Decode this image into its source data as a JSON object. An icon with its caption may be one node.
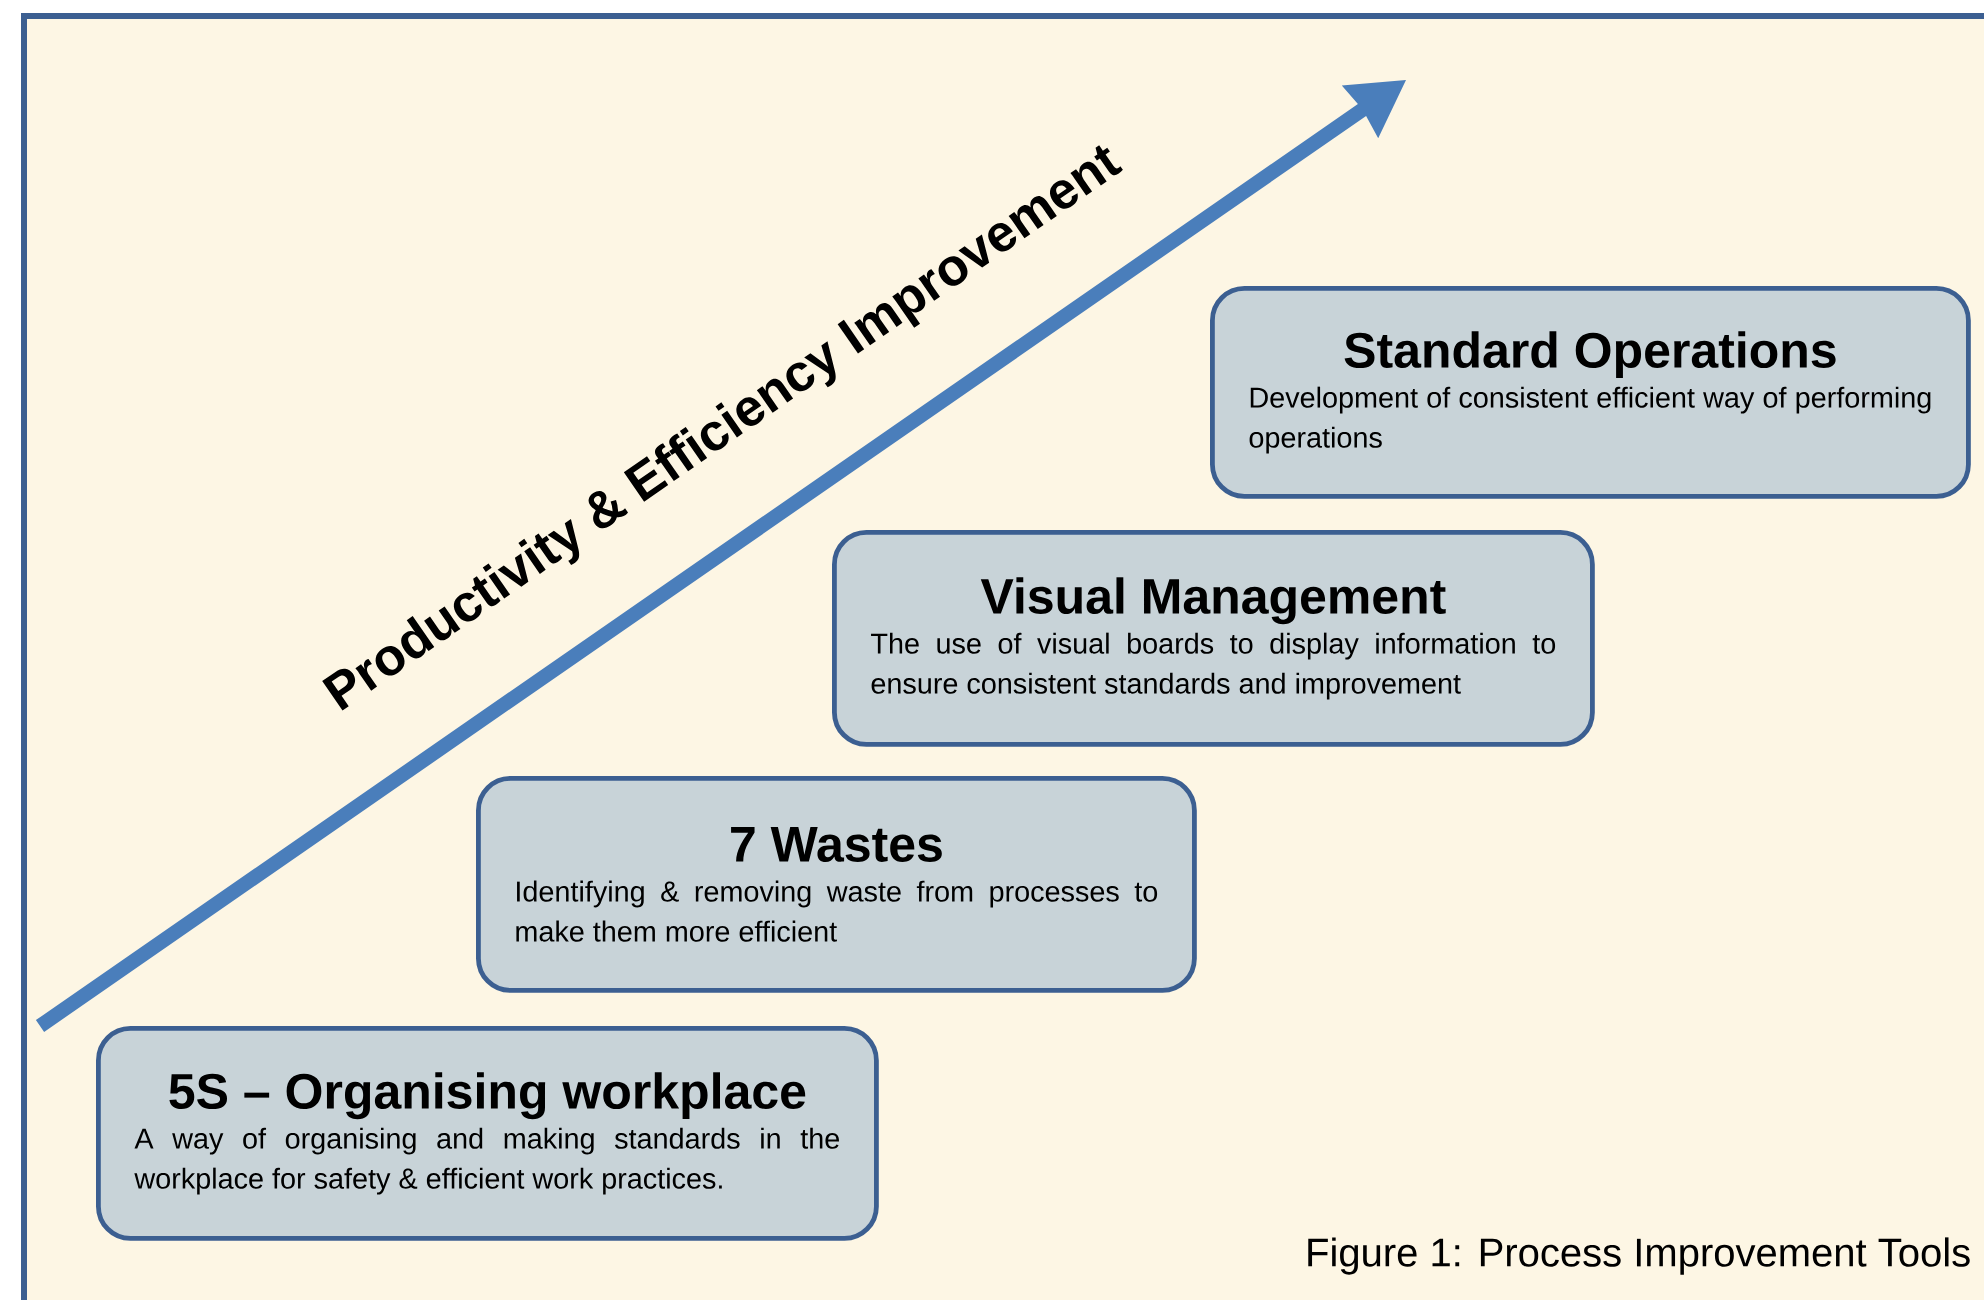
{
  "diagram": {
    "caption": "Figure 1: Process Improvement Tools",
    "nodes": [
      {
        "text": [
          "Standard Operations",
          "Development of consistent efficient way of performing operations"
        ]
      },
      {
        "text": [
          "Visual Management",
          "The use of visual boards to display information to ensure consistent standards and improvement"
        ]
      },
      {
        "text": [
          "7 Wastes",
          "Identifying & removing waste from processes to make them more efficient"
        ]
      },
      {
        "text": [
          "5S – Organising workplace",
          "A way of organising and making standards in the workplace for safety & efficient work practices."
        ]
      }
    ],
    "labels": [
      "Productivity & Efficiency Improvement"
    ]
  }
}
